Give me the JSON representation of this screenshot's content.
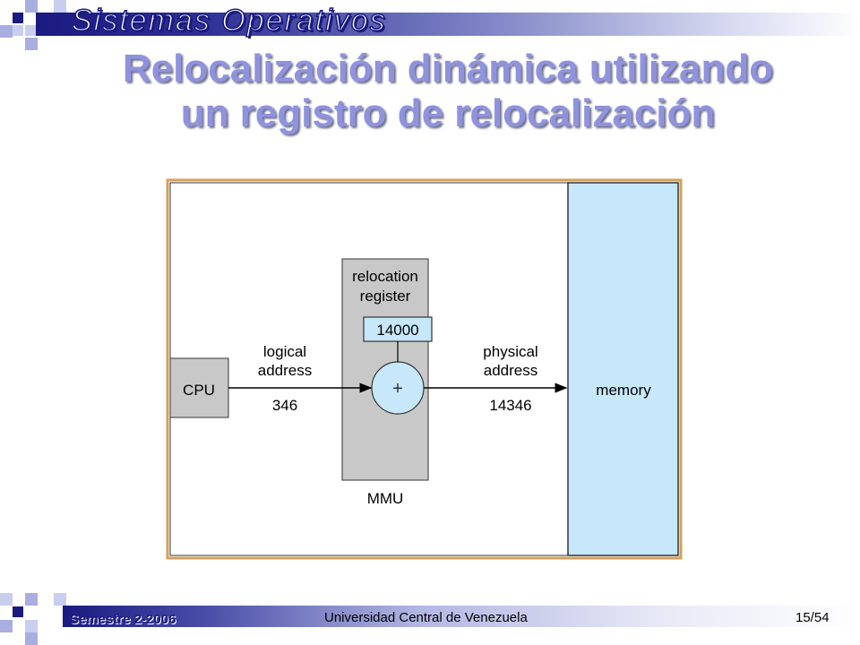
{
  "header": {
    "title": "Sistemas Operativos"
  },
  "slide": {
    "title_line1": "Relocalización dinámica utilizando",
    "title_line2": "un registro de relocalización"
  },
  "diagram": {
    "cpu_label": "CPU",
    "logical_line1": "logical",
    "logical_line2": "address",
    "logical_value": "346",
    "reloc_line1": "relocation",
    "reloc_line2": "register",
    "reloc_value": "14000",
    "adder_symbol": "+",
    "mmu_label": "MMU",
    "physical_line1": "physical",
    "physical_line2": "address",
    "physical_value": "14346",
    "memory_label": "memory"
  },
  "footer": {
    "semester": "Semestre 2-2006",
    "university": "Universidad Central de Venezuela",
    "page": "15/54"
  },
  "colors": {
    "navy": "#1a1a80",
    "title": "#8f93dd",
    "memory_fill": "#c6e8fa",
    "frame": "#d4a05a",
    "box_gray": "#c8c8c8"
  }
}
